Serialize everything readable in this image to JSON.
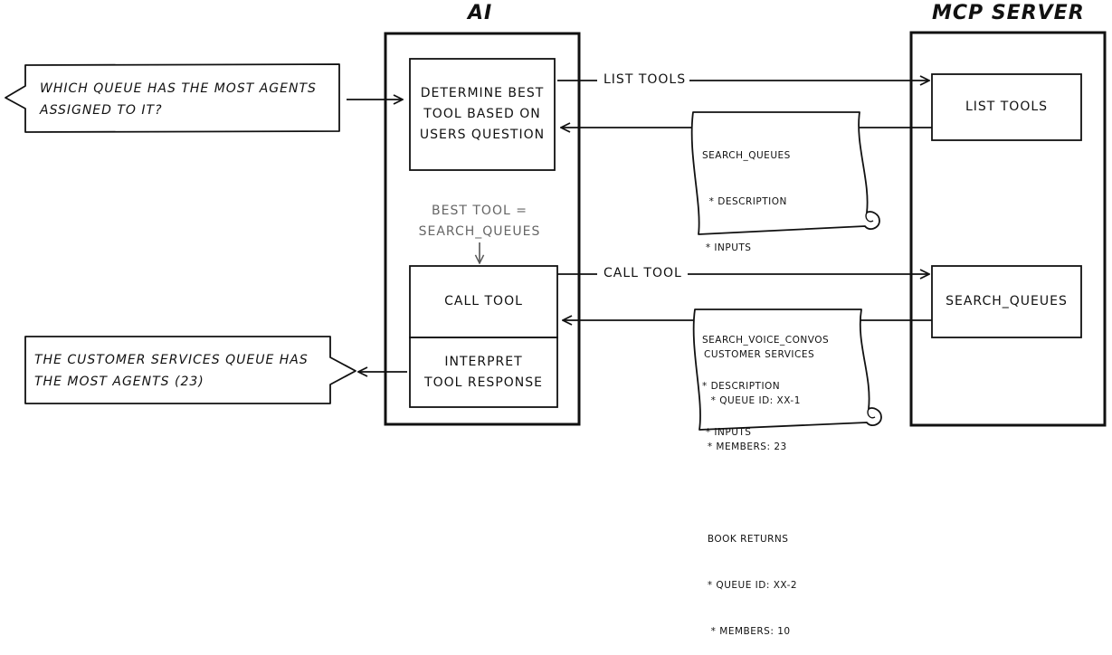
{
  "lanes": {
    "ai": "AI",
    "mcp": "MCP SERVER"
  },
  "user_question": "WHICH QUEUE HAS THE MOST AGENTS\nASSIGNED TO IT?",
  "ai_answer": "THE CUSTOMER SERVICES QUEUE HAS\nTHE MOST AGENTS (23)",
  "ai_steps": {
    "determine": "DETERMINE BEST\nTOOL BASED ON\nUSERS QUESTION",
    "best_tool": "BEST TOOL =\nSEARCH_QUEUES",
    "call_tool": "CALL TOOL",
    "interpret": "INTERPRET\nTOOL RESPONSE"
  },
  "server_steps": {
    "list_tools": "LIST TOOLS",
    "search_queues": "SEARCH_QUEUES"
  },
  "arrows": {
    "list_tools": "LIST TOOLS",
    "call_tool": "CALL TOOL"
  },
  "tools_list": {
    "lines": [
      "SEARCH_QUEUES",
      "  * DESCRIPTION",
      " * INPUTS",
      "",
      "SEARCH_VOICE_CONVOS",
      "* DESCRIPTION",
      " * INPUTS"
    ]
  },
  "tool_response": {
    "lines": [
      "CUSTOMER SERVICES",
      "  * QUEUE ID: XX-1",
      " * MEMBERS: 23",
      "",
      " BOOK RETURNS",
      " * QUEUE ID: XX-2",
      "  * MEMBERS: 10"
    ]
  }
}
